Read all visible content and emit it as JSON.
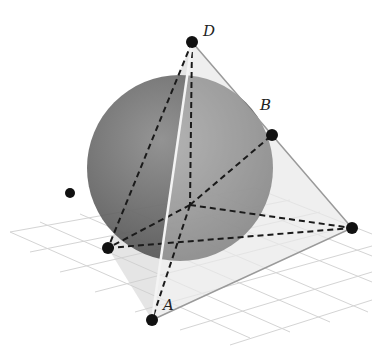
{
  "diagram": {
    "labels": [
      "D",
      "B",
      "A"
    ]
  }
}
